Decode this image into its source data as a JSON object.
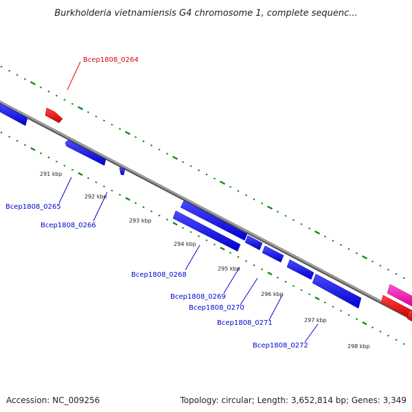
{
  "title": "Burkholderia vietnamiensis G4 chromosome 1, complete sequenc...",
  "footer": {
    "accession": "Accession: NC_009256",
    "topology": "Topology: circular; Length: 3,652,814 bp; Genes: 3,349"
  },
  "colors": {
    "backbone": "#8c8c8c",
    "gene_blue": "#0000ee",
    "gene_red": "#ee0000",
    "gene_pink": "#ee22aa",
    "tick_green": "#118811",
    "label_blue": "#0000cc",
    "label_red": "#dd0000"
  },
  "ticks": [
    {
      "label": "291 kbp"
    },
    {
      "label": "292 kbp"
    },
    {
      "label": "293 kbp"
    },
    {
      "label": "294 kbp"
    },
    {
      "label": "295 kbp"
    },
    {
      "label": "296 kbp"
    },
    {
      "label": "297 kbp"
    },
    {
      "label": "298 kbp"
    }
  ],
  "genes": [
    {
      "label": "Bcep1808_0264",
      "strand": "forward",
      "color": "red"
    },
    {
      "label": "Bcep1808_0265",
      "strand": "reverse",
      "color": "blue"
    },
    {
      "label": "Bcep1808_0266",
      "strand": "reverse",
      "color": "blue"
    },
    {
      "label": "Bcep1808_0268",
      "strand": "reverse",
      "color": "blue"
    },
    {
      "label": "Bcep1808_0269",
      "strand": "reverse",
      "color": "blue"
    },
    {
      "label": "Bcep1808_0270",
      "strand": "reverse",
      "color": "blue"
    },
    {
      "label": "Bcep1808_0271",
      "strand": "reverse",
      "color": "blue"
    },
    {
      "label": "Bcep1808_0272",
      "strand": "reverse",
      "color": "blue"
    }
  ]
}
